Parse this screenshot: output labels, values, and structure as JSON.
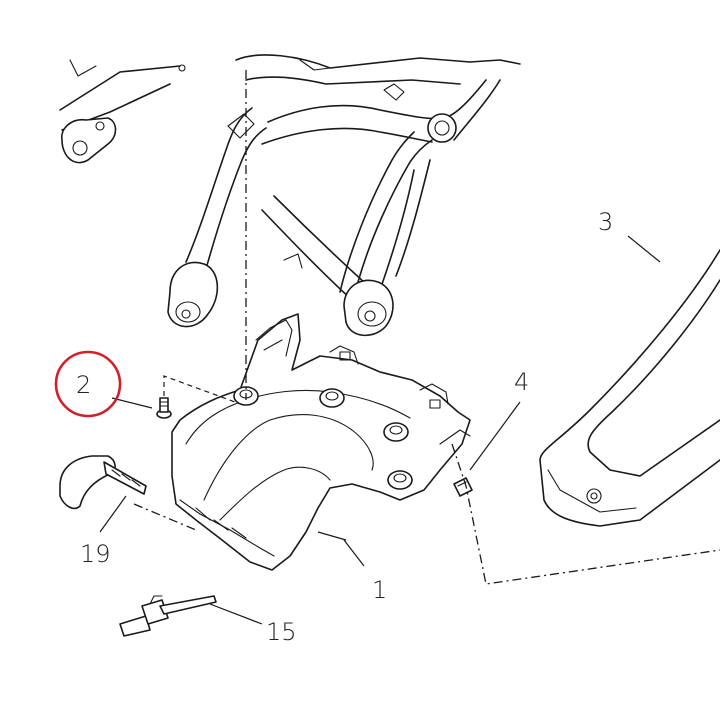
{
  "callouts": {
    "c1": "1",
    "c2": "2",
    "c3": "3",
    "c4": "4",
    "c15": "15",
    "c19": "19"
  },
  "highlight": {
    "target": "2",
    "color": "#d0202a"
  }
}
